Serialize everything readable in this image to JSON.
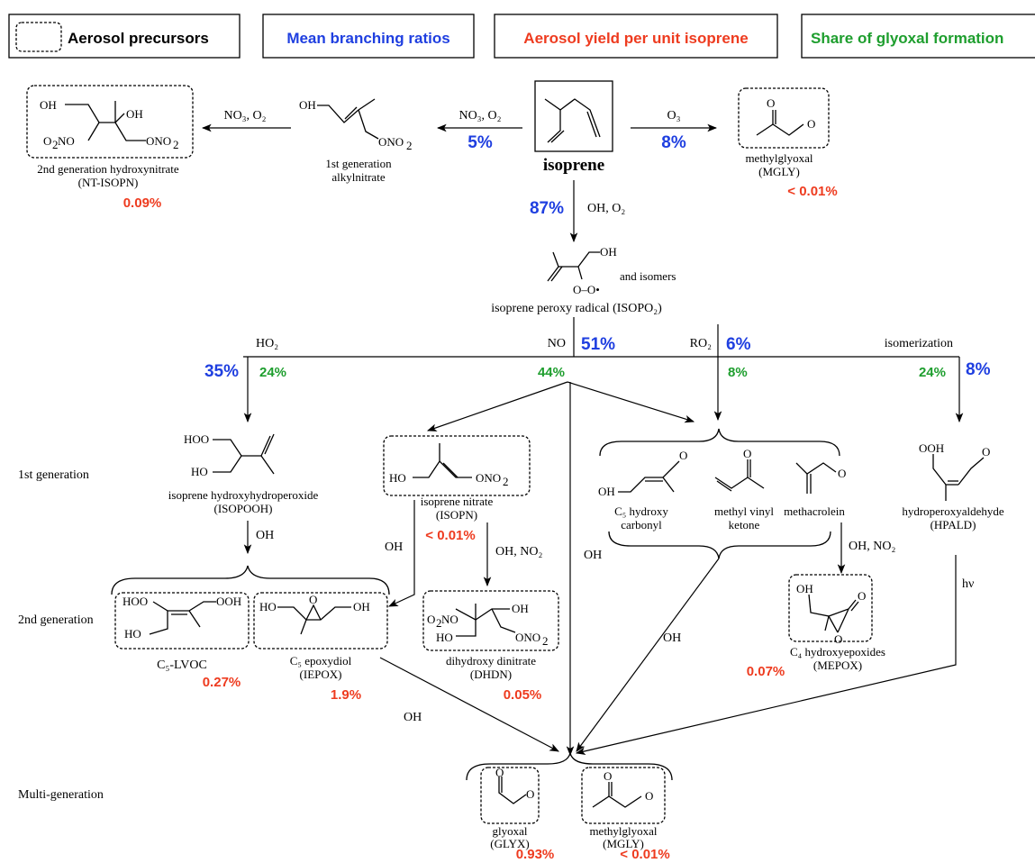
{
  "legend": {
    "precursors": "Aerosol precursors",
    "branching": "Mean branching ratios",
    "yield": "Aerosol yield per unit isoprene",
    "glyoxal_share": "Share of glyoxal formation"
  },
  "colors": {
    "blue": "#1f3fe0",
    "red": "#ee3b1f",
    "green": "#1e9e2e",
    "black": "#000000"
  },
  "reagents": {
    "no3_o2": "NO₃, O₂",
    "o3": "O₃",
    "oh_o2": "OH, O₂",
    "ho2": "HO₂",
    "no": "NO",
    "ro2": "RO₂",
    "isomerization": "isomerization",
    "oh": "OH",
    "oh_no2": "OH, NO₂",
    "hv": "hν"
  },
  "species": {
    "isoprene": "isoprene",
    "first_gen_alkylnitrate": [
      "1st generation",
      "alkylnitrate"
    ],
    "nt_isopn": [
      "2nd generation hydroxynitrate",
      "(NT-ISOPN)"
    ],
    "mgly_top": [
      "methylglyoxal",
      "(MGLY)"
    ],
    "isopo2": "isoprene peroxy radical (ISOPO₂)",
    "and_isomers": "and isomers",
    "isopooh": [
      "isoprene hydroxyhydroperoxide",
      "(ISOPOOH)"
    ],
    "isopn": [
      "isoprene nitrate",
      "(ISOPN)"
    ],
    "c5_carbonyl": [
      "C₅ hydroxy",
      "carbonyl"
    ],
    "mvk": [
      "methyl vinyl",
      "ketone"
    ],
    "methacrolein": "methacrolein",
    "hpald": [
      "hydroperoxyaldehyde",
      "(HPALD)"
    ],
    "c5_lvoc": "C₅-LVOC",
    "iepox": [
      "C₅ epoxydiol",
      "(IEPOX)"
    ],
    "dhdn": [
      "dihydroxy dinitrate",
      "(DHDN)"
    ],
    "mepox": [
      "C₄ hydroxyepoxides",
      "(MEPOX)"
    ],
    "glyx": [
      "glyoxal",
      "(GLYX)"
    ],
    "mgly_bottom": [
      "methylglyoxal",
      "(MGLY)"
    ]
  },
  "generations": {
    "first": "1st generation",
    "second": "2nd generation",
    "multi": "Multi-generation"
  },
  "branching": {
    "no3": "5%",
    "o3": "8%",
    "oh": "87%",
    "no": "51%",
    "ro2": "6%",
    "ho2": "35%",
    "isomerization": "8%"
  },
  "glyoxal_share": {
    "ho2": "24%",
    "no": "44%",
    "ro2": "8%",
    "isomerization": "24%"
  },
  "aerosol_yield": {
    "nt_isopn": "0.09%",
    "mgly_top": "< 0.01%",
    "isopn": "< 0.01%",
    "c5_lvoc": "0.27%",
    "iepox": "1.9%",
    "dhdn": "0.05%",
    "mepox": "0.07%",
    "glyx": "0.93%",
    "mgly_bottom": "< 0.01%"
  }
}
